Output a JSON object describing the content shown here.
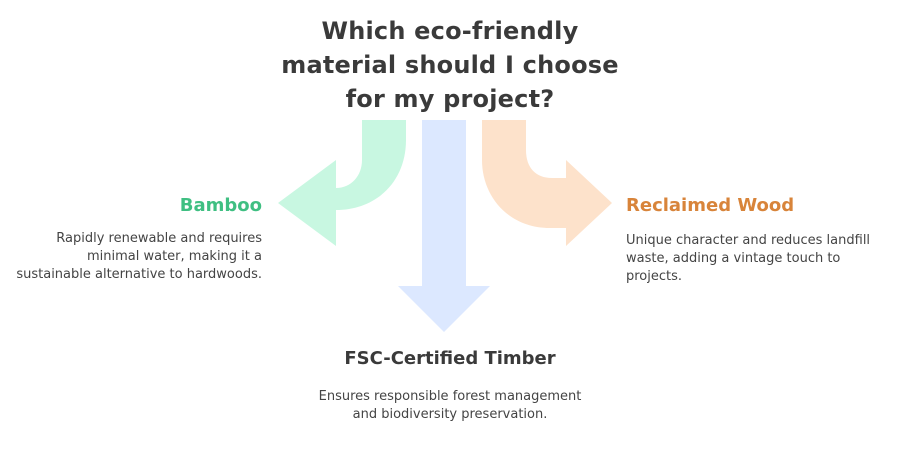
{
  "question": {
    "line1": "Which eco-friendly",
    "line2": "material should I choose",
    "line3": "for my project?"
  },
  "options": {
    "bamboo": {
      "title": "Bamboo",
      "desc": "Rapidly renewable and requires minimal water, making it a sustainable alternative to hardwoods.",
      "color": "#3fbf82",
      "arrow_color": "#c8f7e1"
    },
    "fsc": {
      "title": "FSC-Certified Timber",
      "desc": "Ensures responsible forest management and biodiversity preservation.",
      "color": "#3a3a3a",
      "arrow_color": "#dce8ff"
    },
    "reclaimed": {
      "title": "Reclaimed Wood",
      "desc": "Unique character and reduces landfill waste, adding a vintage touch to projects.",
      "color": "#d8843a",
      "arrow_color": "#fde2cb"
    }
  }
}
